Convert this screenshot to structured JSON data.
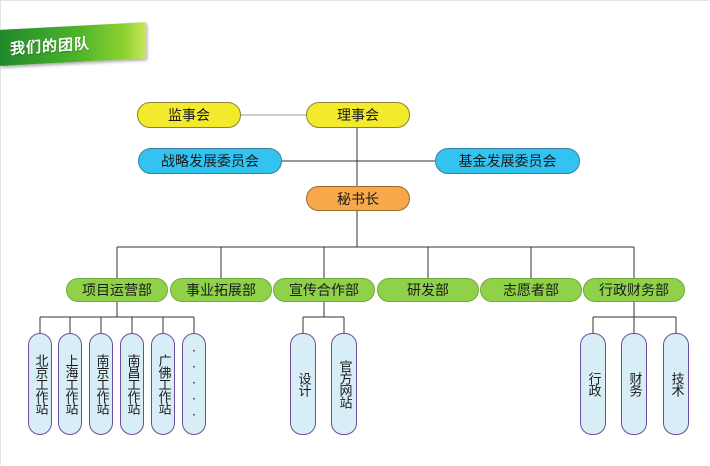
{
  "header": {
    "title": "我们的团队"
  },
  "top": {
    "supervisory": "监事会",
    "board": "理事会",
    "strategy": "战略发展委员会",
    "fund": "基金发展委员会",
    "secretary": "秘书长"
  },
  "departments": [
    "项目运营部",
    "事业拓展部",
    "宣传合作部",
    "研发部",
    "志愿者部",
    "行政财务部"
  ],
  "project_sub": [
    "北京工作站",
    "上海工作站",
    "南京工作站",
    "南昌工作站",
    "广佛工作站",
    "·····"
  ],
  "publicity_sub": [
    "设计",
    "官方网站"
  ],
  "admin_sub": [
    "行政",
    "财务",
    "技术"
  ],
  "colors": {
    "yellow": "#f3ea2e",
    "blue": "#33c3f0",
    "orange": "#f6a84a",
    "green": "#8fd24a",
    "pill": "#d8eef7",
    "pill_border": "#6a4d9c",
    "line": "#333333"
  }
}
